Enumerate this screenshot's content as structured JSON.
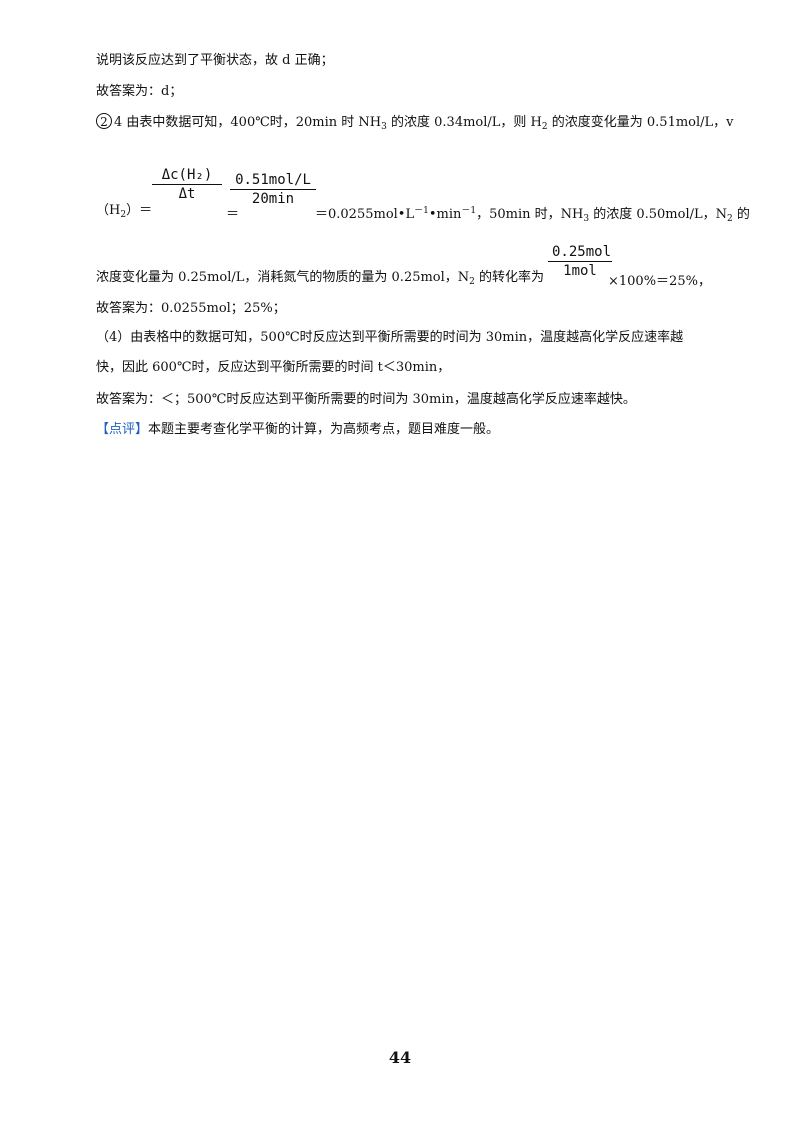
{
  "lines": {
    "l1": "说明该反应达到了平衡状态，故 d 正确；",
    "l2": "故答案为：d；",
    "l3_circle": "2",
    "l3_text": "4 由表中数据可知，400℃时，20min 时 NH",
    "l3_sub1": "3",
    "l3_text2": " 的浓度 0.34mol/L，则 H",
    "l3_sub2": "2",
    "l3_text3": " 的浓度变化量为 0.51mol/L，v",
    "l4_pre": "（H",
    "l4_sub": "2",
    "l4_post": "）＝",
    "l4_eq2": "＝",
    "l4_after1": "＝0.0255mol•L",
    "l4_sup1": "－1",
    "l4_after2": "•min",
    "l4_sup2": "－1",
    "l4_after3": "，50min 时，NH",
    "l4_sub3": "3",
    "l4_after4": " 的浓度 0.50mol/L，N",
    "l4_sub4": "2",
    "l4_after5": " 的",
    "l5_text": "浓度变化量为 0.25mol/L，消耗氮气的物质的量为 0.25mol，N",
    "l5_sub": "2",
    "l5_text2": " 的转化率为",
    "l5_after": "×100%＝25%，",
    "l6": "故答案为：0.0255mol；25%；",
    "l7": "（4）由表格中的数据可知，500℃时反应达到平衡所需要的时间为 30min，温度越高化学反应速率越",
    "l8": "快，因此 600℃时，反应达到平衡所需要的时间 t＜30min，",
    "l9": "故答案为：＜；500℃时反应达到平衡所需要的时间为 30min，温度越高化学反应速率越快。",
    "l10_tag": "【点评】",
    "l10_text": "本题主要考查化学平衡的计算，为高频考点，题目难度一般。"
  },
  "fractions": {
    "f1_num": "Δc(H₂)",
    "f1_den": "Δt",
    "f2_num": "0.51mol/L",
    "f2_den": "20min",
    "f3_num": "0.25mol",
    "f3_den": "1mol"
  },
  "page_number": "44",
  "colors": {
    "tag": "#1f5fbf"
  }
}
